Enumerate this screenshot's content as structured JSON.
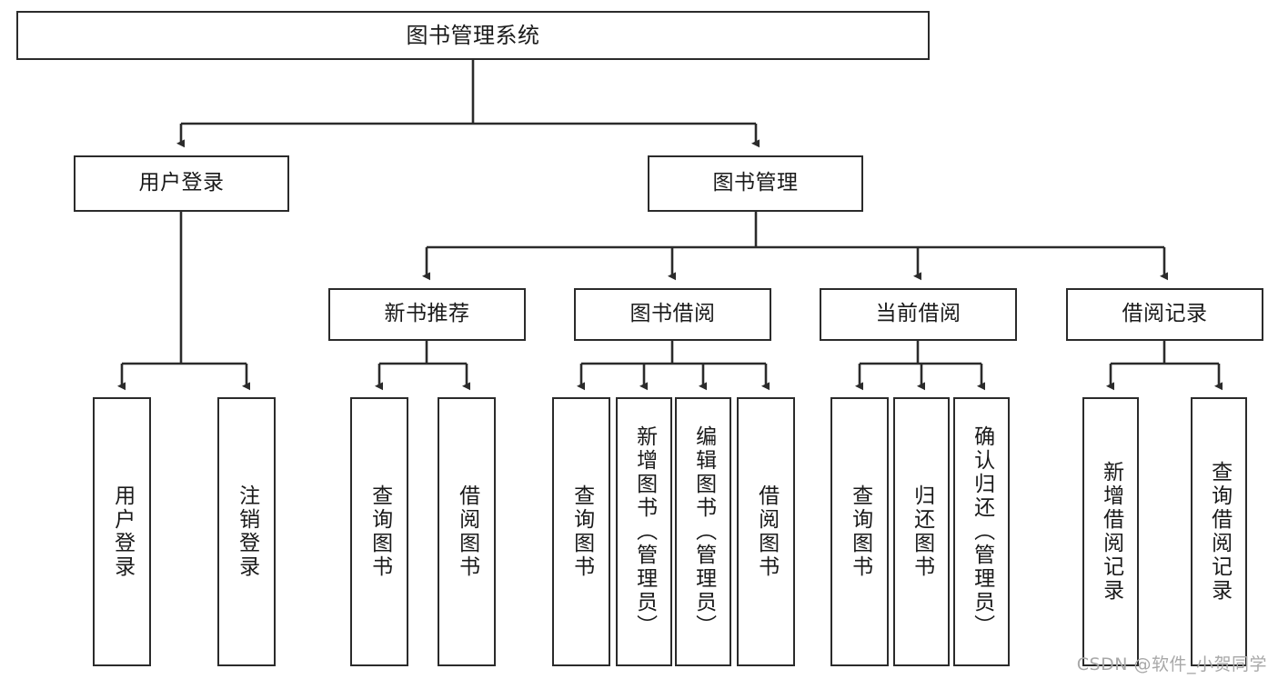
{
  "diagram": {
    "title": "图书管理系统",
    "type": "tree-hierarchy-diagram",
    "colors": {
      "box_border": "#2b2b2b",
      "box_fill": "#ffffff",
      "edge": "#2b2b2b",
      "background": "#ffffff",
      "watermark": "#a8a8a8"
    },
    "nodes": {
      "root": {
        "label": "图书管理系统"
      },
      "level2": [
        {
          "id": "user-login",
          "label": "用户登录"
        },
        {
          "id": "book-management",
          "label": "图书管理"
        }
      ],
      "level3": [
        {
          "id": "new-book-recommend",
          "label": "新书推荐"
        },
        {
          "id": "book-borrow",
          "label": "图书借阅"
        },
        {
          "id": "current-borrow",
          "label": "当前借阅"
        },
        {
          "id": "borrow-record",
          "label": "借阅记录"
        }
      ],
      "leaves": {
        "user_login": [
          {
            "id": "leaf-user-login",
            "label": "用户登录"
          },
          {
            "id": "leaf-logout-login",
            "label": "注销登录"
          }
        ],
        "new_book_recommend": [
          {
            "id": "leaf-query-book-1",
            "label": "查询图书"
          },
          {
            "id": "leaf-borrow-book-1",
            "label": "借阅图书"
          }
        ],
        "book_borrow": [
          {
            "id": "leaf-query-book-2",
            "label": "查询图书"
          },
          {
            "id": "leaf-add-book",
            "label": "新增图书（管理员）"
          },
          {
            "id": "leaf-edit-book",
            "label": "编辑图书（管理员）"
          },
          {
            "id": "leaf-borrow-book-2",
            "label": "借阅图书"
          }
        ],
        "current_borrow": [
          {
            "id": "leaf-query-book-3",
            "label": "查询图书"
          },
          {
            "id": "leaf-return-book",
            "label": "归还图书"
          },
          {
            "id": "leaf-confirm-return",
            "label": "确认归还（管理员）"
          }
        ],
        "borrow_record": [
          {
            "id": "leaf-add-record",
            "label": "新增借阅记录"
          },
          {
            "id": "leaf-query-record",
            "label": "查询借阅记录"
          }
        ]
      }
    },
    "watermark": "CSDN @软件_小贺同学"
  }
}
